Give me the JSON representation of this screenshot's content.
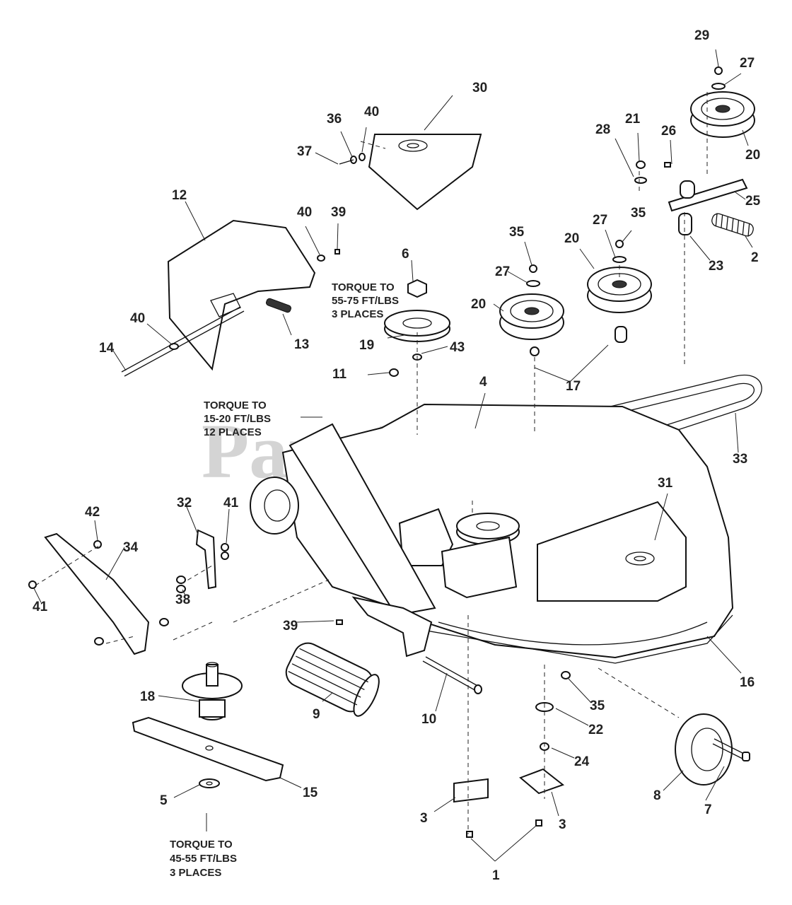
{
  "watermark": {
    "text": "PartsTree",
    "trademark": "TM"
  },
  "torque_notes": {
    "blade_pulley": [
      "TORQUE TO",
      "55-75 FT/LBS",
      "3 PLACES"
    ],
    "deck_bolts": [
      "TORQUE TO",
      "15-20 FT/LBS",
      "12 PLACES"
    ],
    "blade_bolt": [
      "TORQUE TO",
      "45-55 FT/LBS",
      "3 PLACES"
    ]
  },
  "callouts": {
    "p1": "1",
    "p2": "2",
    "p3a": "3",
    "p3b": "3",
    "p4": "4",
    "p5": "5",
    "p6": "6",
    "p7": "7",
    "p8": "8",
    "p9": "9",
    "p10": "10",
    "p11": "11",
    "p12": "12",
    "p13": "13",
    "p14": "14",
    "p15": "15",
    "p16": "16",
    "p17": "17",
    "p18": "18",
    "p19": "19",
    "p20a": "20",
    "p20b": "20",
    "p20c": "20",
    "p21": "21",
    "p22": "22",
    "p23": "23",
    "p24": "24",
    "p25": "25",
    "p26": "26",
    "p27a": "27",
    "p27b": "27",
    "p27c": "27",
    "p28": "28",
    "p29": "29",
    "p30": "30",
    "p31": "31",
    "p32": "32",
    "p33": "33",
    "p34": "34",
    "p35a": "35",
    "p35b": "35",
    "p35c": "35",
    "p36": "36",
    "p37": "37",
    "p38": "38",
    "p39a": "39",
    "p39b": "39",
    "p40a": "40",
    "p40b": "40",
    "p40c": "40",
    "p41a": "41",
    "p41b": "41",
    "p42": "42",
    "p43": "43"
  }
}
